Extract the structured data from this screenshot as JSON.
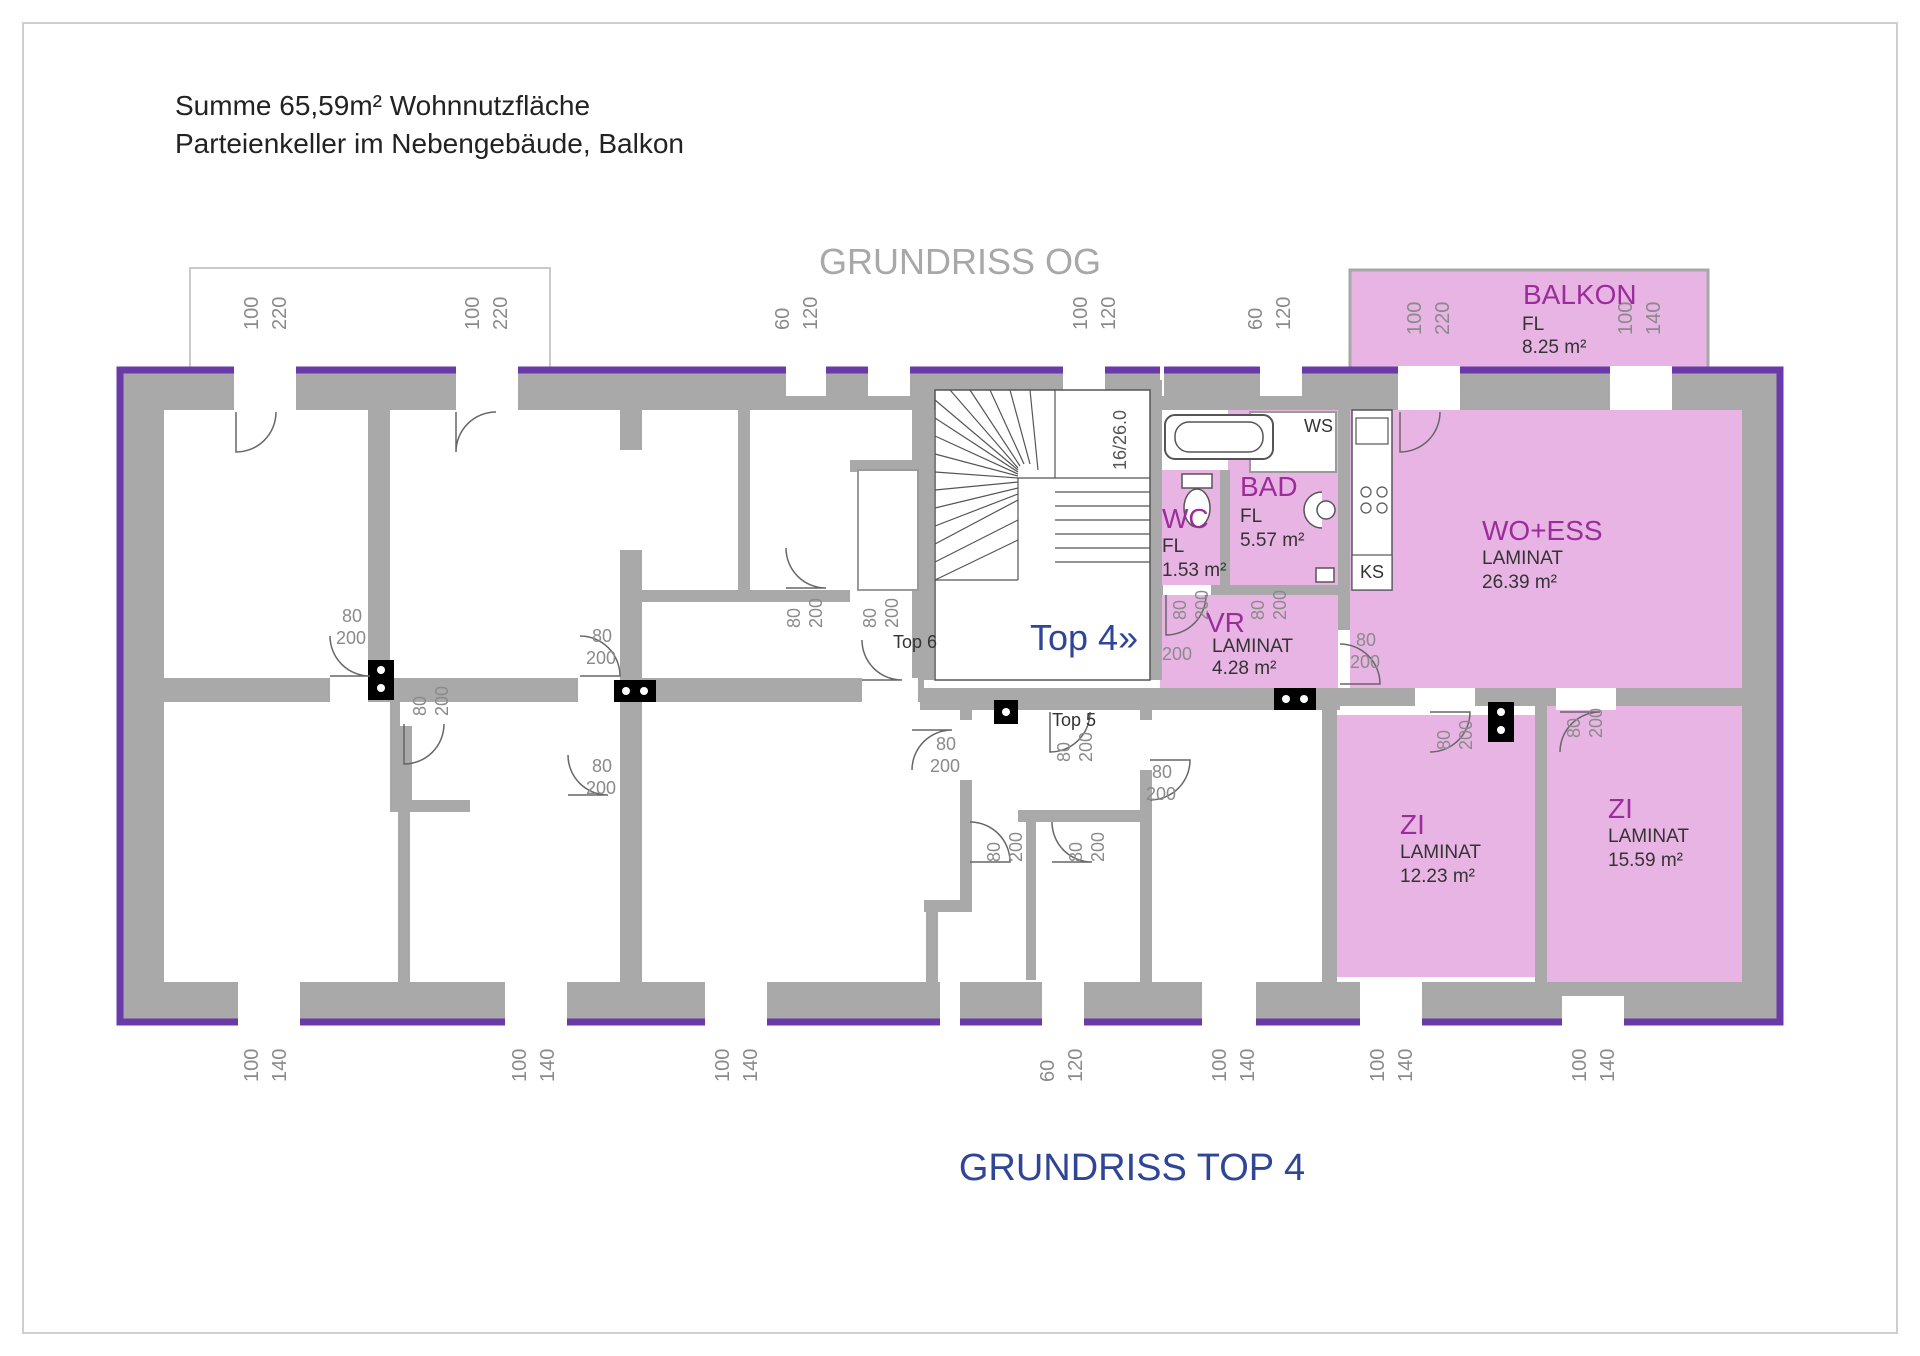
{
  "notes": {
    "line1": "Summe 65,59m² Wohnnutzfläche",
    "line2": "Parteienkeller im Nebengebäude, Balkon"
  },
  "titles": {
    "og": "GRUNDRISS OG",
    "top4": "GRUNDRISS TOP 4"
  },
  "colors": {
    "wall_outer": "#6a3aa8",
    "wall": "#a9a9a9",
    "room_fill": "#e8b4e4",
    "room_label": "#9b2d9b",
    "unit_label": "#2f4596",
    "dim_text": "#8a8a8a"
  },
  "rooms": [
    {
      "name": "BALKON",
      "floor": "FL",
      "area": "8.25 m²"
    },
    {
      "name": "BAD",
      "floor": "FL",
      "area": "5.57 m²"
    },
    {
      "name": "WC",
      "floor": "FL",
      "area": "1.53 m²"
    },
    {
      "name": "VR",
      "floor": "LAMINAT",
      "area": "4.28 m²"
    },
    {
      "name": "WO+ESS",
      "floor": "LAMINAT",
      "area": "26.39 m²"
    },
    {
      "name": "ZI",
      "floor": "LAMINAT",
      "area": "12.23 m²"
    },
    {
      "name": "ZI",
      "floor": "LAMINAT",
      "area": "15.59 m²"
    }
  ],
  "unit_labels": {
    "top4": "Top 4»",
    "top5": "Top 5",
    "top6": "Top 6"
  },
  "fixtures": {
    "ws": "WS",
    "ks": "KS",
    "stair": "16/26.0"
  },
  "dims": {
    "w100": "100",
    "w60": "60",
    "w80": "80",
    "h220": "220",
    "h120": "120",
    "h140": "140",
    "h200": "200"
  }
}
